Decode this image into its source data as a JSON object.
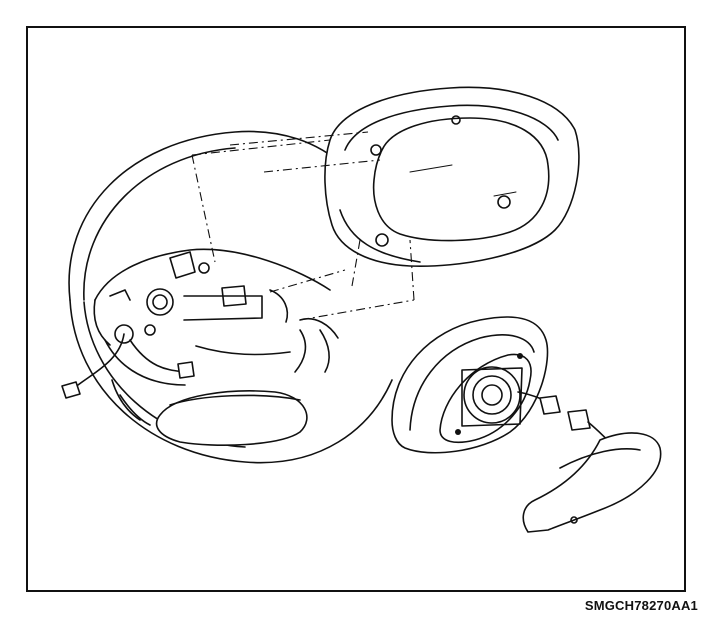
{
  "diagram": {
    "reference_code": "SMGCH78270AA1",
    "colors": {
      "line": "#111111",
      "background": "#ffffff"
    },
    "components": [
      "steering-wheel",
      "airbag-cover-exploded",
      "airbag-module-removed",
      "wiring-connector"
    ]
  }
}
